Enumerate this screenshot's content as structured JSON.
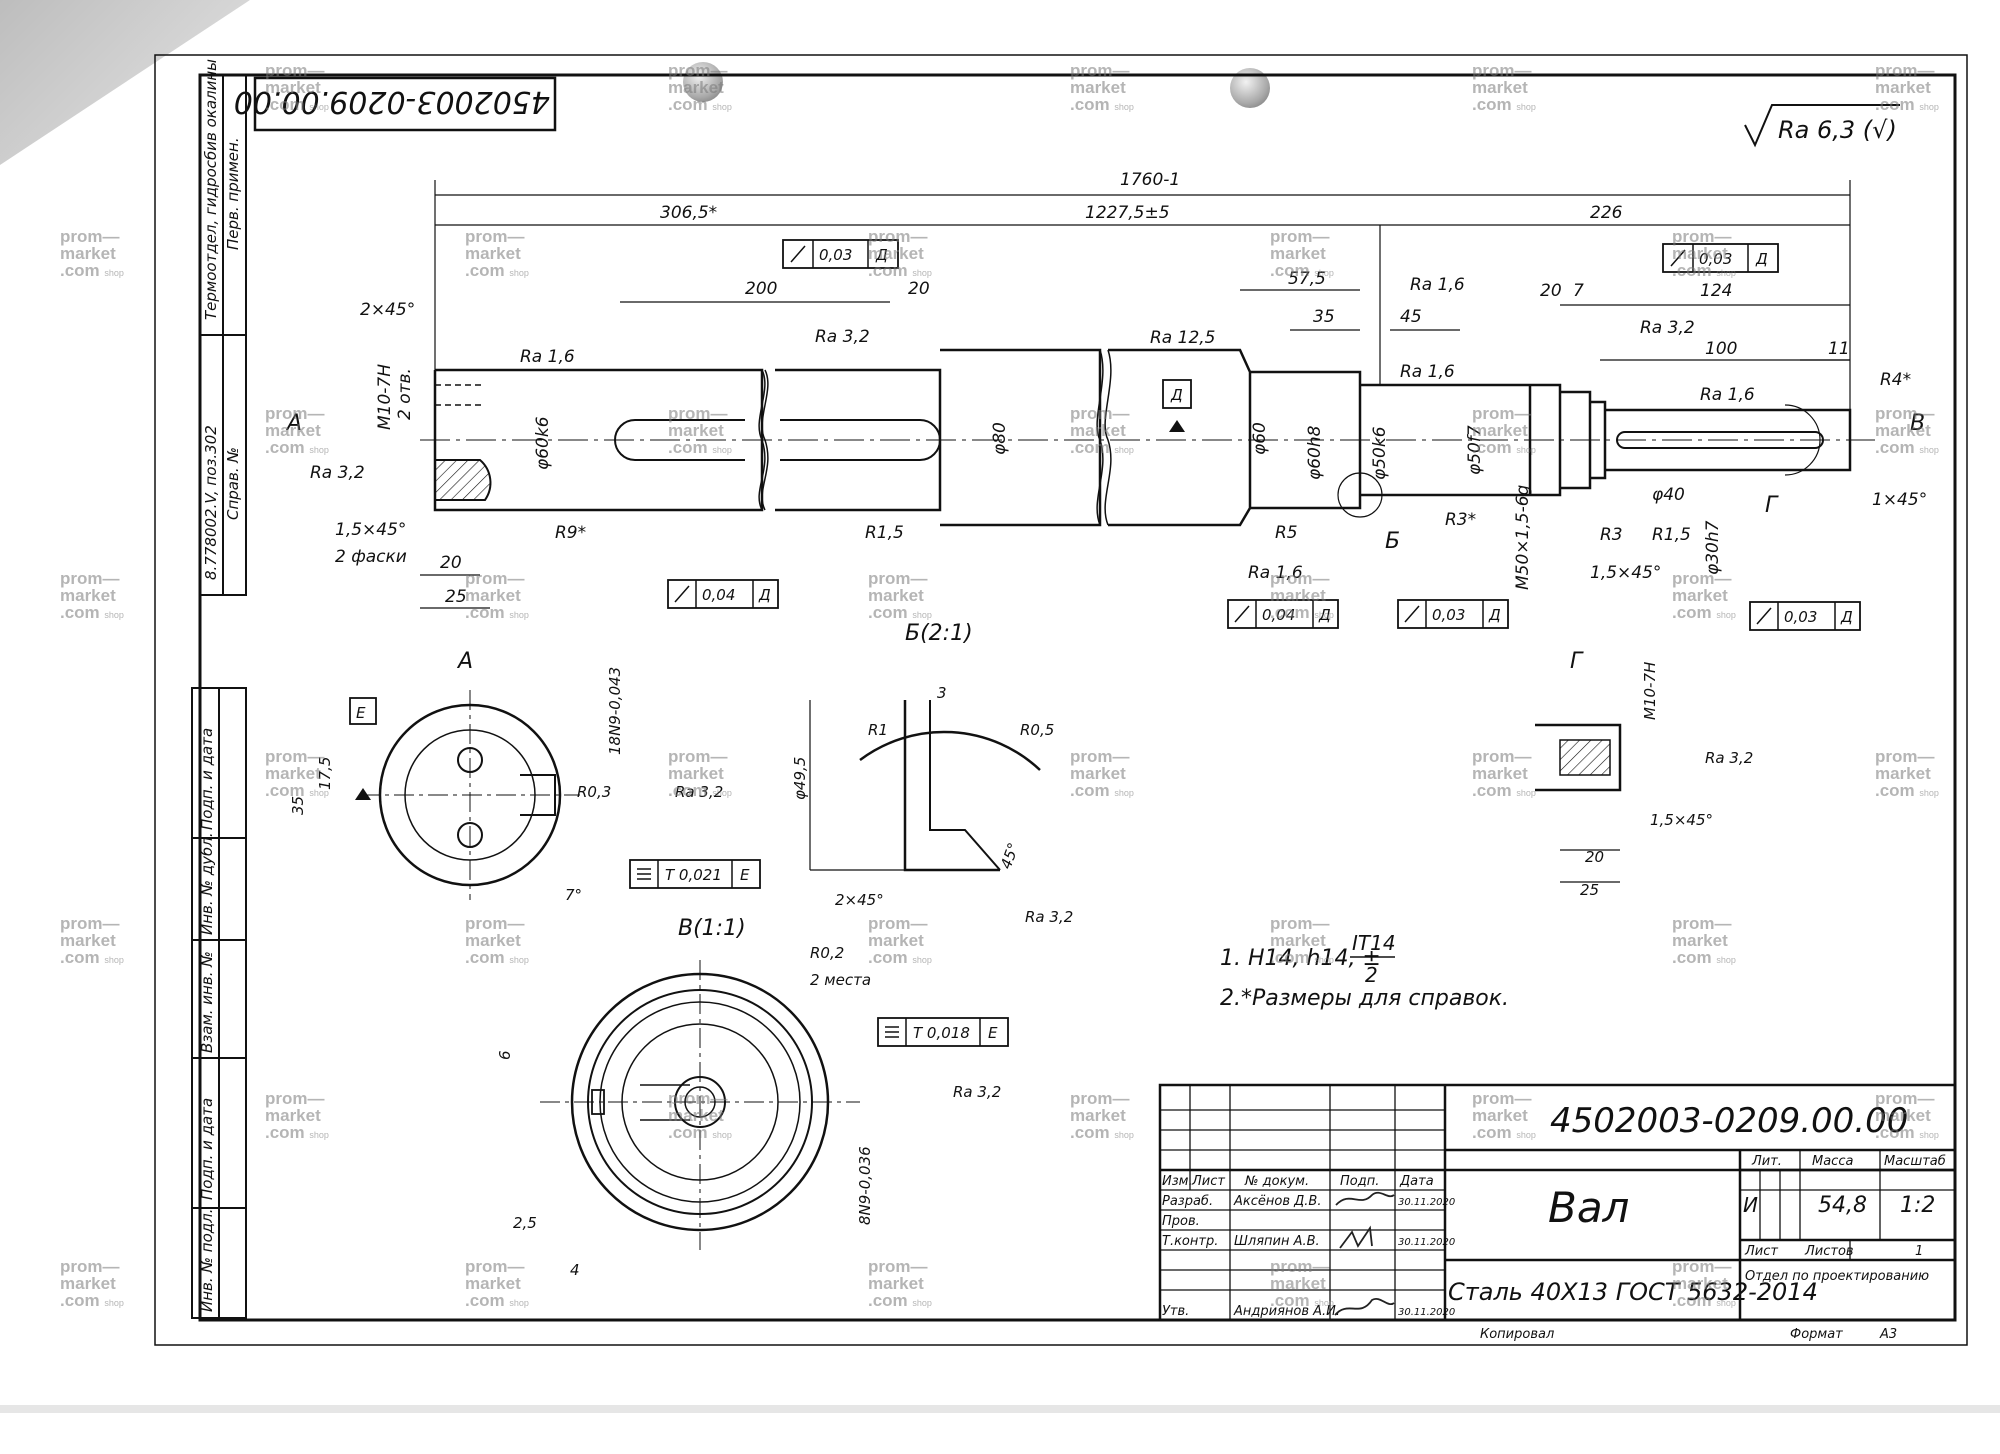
{
  "drawing_number": "4502003-0209.00.00",
  "drawing_number_rotated": "4502003-0209.00.00",
  "part_name": "Вал",
  "material": "Сталь 40Х13 ГОСТ 5632-2014",
  "surface_roughness_general": "Ra 6,3 (√)",
  "notes": [
    "1. H14, h14, ±",
    "IT14",
    "2",
    "2.*Размеры для справок."
  ],
  "left_strip": {
    "perv_primen_label": "Перв. примен.",
    "perv_primen_value": "Термоотдел, гидросбив окалины",
    "sprav_label": "Справ. №",
    "sprav_value": "8.778002.V, поз.302",
    "podp_data_1": "Подп. и дата",
    "inv_dubl": "Инв. № дубл.",
    "vzam_inv": "Взам. инв. №",
    "podp_data_2": "Подп. и дата",
    "inv_podl": "Инв. № подл."
  },
  "title_block": {
    "headers": [
      "Изм.",
      "Лист",
      "№ докум.",
      "Подп.",
      "Дата"
    ],
    "rows": [
      {
        "role": "Разраб.",
        "name": "Аксёнов Д.В.",
        "date": "30.11.2020"
      },
      {
        "role": "Пров.",
        "name": "",
        "date": ""
      },
      {
        "role": "Т.контр.",
        "name": "Шляпин А.В.",
        "date": "30.11.2020"
      },
      {
        "role": "",
        "name": "",
        "date": ""
      },
      {
        "role": "Утв.",
        "name": "Андриянов А.И.",
        "date": "30.11.2020"
      }
    ],
    "lit_label": "Лит.",
    "mass_label": "Масса",
    "scale_label": "Масштаб",
    "lit_value": "И",
    "mass_value": "54,8",
    "scale_value": "1:2",
    "sheet_label": "Лист",
    "sheets_label": "Листов",
    "sheets_value": "1",
    "department": "Отдел по проектированию",
    "copied": "Копировал",
    "format_label": "Формат",
    "format_value": "А3"
  },
  "dimensions": {
    "total_length": "1760-1",
    "d3065": "306,5*",
    "d12275": "1227,5±5",
    "d226": "226",
    "d200": "200",
    "d20a": "20",
    "d575": "57,5",
    "d35": "35",
    "d45": "45",
    "d20b": "20",
    "d7": "7",
    "d124": "124",
    "d100": "100",
    "d11": "11",
    "chamfer_2x45": "2×45°",
    "thread_m10": "M10-7H",
    "two_holes": "2 отв.",
    "ra16_a": "Ra 1,6",
    "ra32_a": "Ra 3,2",
    "ra125": "Ra 12,5",
    "ra32_b": "Ra 3,2",
    "ra16_b": "Ra 1,6",
    "ra16_c": "Ra 1,6",
    "ra32_c": "Ra 3,2",
    "ra16_d": "Ra 1,6",
    "ra16_e": "Ra 1,6",
    "tol_runout_1": "0,03",
    "tol_runout_2": "0,03",
    "tol_runout_3": "0,04",
    "tol_runout_4": "0,04",
    "tol_runout_5": "0,03",
    "tol_runout_6": "0,03",
    "datum_d": "Д",
    "phi60k6": "φ60k6",
    "phi80": "φ80",
    "phi60": "φ60",
    "phi60h8": "φ60h8",
    "phi50k6": "φ50k6",
    "phi50f7": "φ50f7",
    "phi40": "φ40",
    "phi30h7": "φ30h7",
    "m50": "M50×1,5-6g",
    "r9": "R9*",
    "r15": "R1,5",
    "r5": "R5",
    "r3s": "R3*",
    "r3": "R3",
    "r15b": "R1,5",
    "r4": "R4*",
    "c15x45": "1,5×45°",
    "c15x45b": "1,5×45°",
    "c1x45": "1×45°",
    "two_chamfers": "2 фаски",
    "d20c": "20",
    "d25": "25",
    "view_a": "А",
    "view_v": "В",
    "view_b_mark": "Б",
    "view_g_mark": "Г"
  },
  "section_a": {
    "title": "А",
    "datum": "Е",
    "dim_35": "35",
    "dim_175": "17,5",
    "r03": "R0,3",
    "ra32": "Ra 3,2",
    "slot": "18N9-0,043",
    "angle": "7°",
    "tol": "Т 0,021",
    "tol_datum": "Е"
  },
  "detail_b": {
    "title": "Б(2:1)",
    "dim_3": "3",
    "r1": "R1",
    "r05": "R0,5",
    "phi495": "φ49,5",
    "angle45": "45°",
    "c2x45": "2×45°",
    "ra32": "Ra 3,2"
  },
  "detail_v": {
    "title": "В(1:1)",
    "r02": "R0,2",
    "places": "2 места",
    "tol": "Т 0,018",
    "tol_datum": "Е",
    "ra32": "Ra 3,2",
    "dim6": "6",
    "dim25": "2,5",
    "dim4": "4",
    "slot": "8N9-0,036"
  },
  "detail_g": {
    "title": "Г",
    "thread": "M10-7H",
    "ra32": "Ra 3,2",
    "c15x45": "1,5×45°",
    "d20": "20",
    "d25": "25"
  },
  "watermark": {
    "line1": "prom—",
    "line2": "market",
    "line3": ".com",
    "shop": "shop"
  }
}
